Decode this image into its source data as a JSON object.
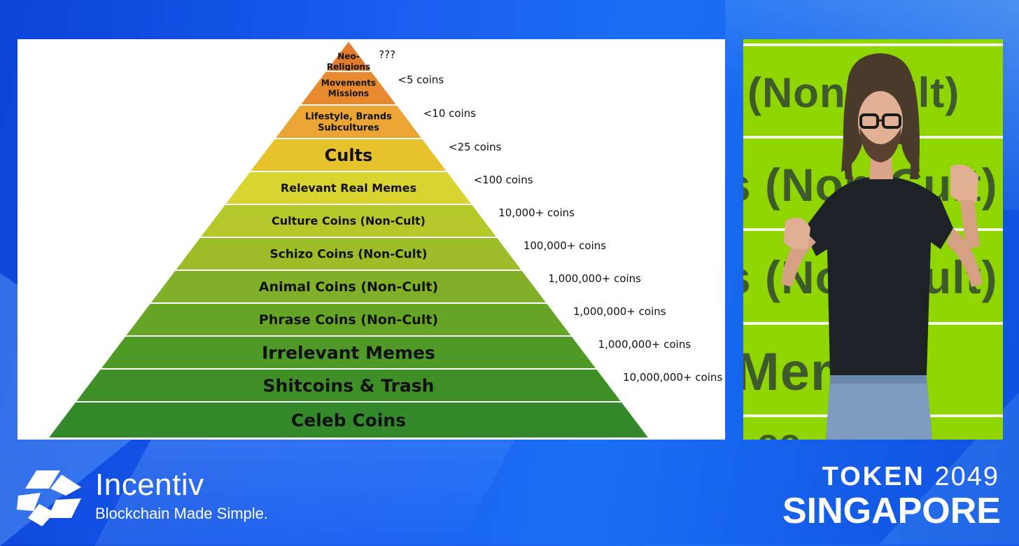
{
  "slide": {
    "tiers": [
      {
        "label_lines": [
          "Neo-",
          "Religions"
        ],
        "count": "???",
        "color": "#e17c2c"
      },
      {
        "label_lines": [
          "Movements",
          "Missions"
        ],
        "count": "<5 coins",
        "color": "#e8892f"
      },
      {
        "label_lines": [
          "Lifestyle, Brands",
          "Subcultures"
        ],
        "count": "<10 coins",
        "color": "#eaa533"
      },
      {
        "label_lines": [
          "Cults"
        ],
        "count": "<25 coins",
        "color": "#e6c22d"
      },
      {
        "label_lines": [
          "Relevant Real Memes"
        ],
        "count": "<100 coins",
        "color": "#d9d42f"
      },
      {
        "label_lines": [
          "Culture Coins (Non-Cult)"
        ],
        "count": "10,000+ coins",
        "color": "#b5c82a"
      },
      {
        "label_lines": [
          "Schizo Coins (Non-Cult)"
        ],
        "count": "100,000+ coins",
        "color": "#9cbd28"
      },
      {
        "label_lines": [
          "Animal Coins (Non-Cult)"
        ],
        "count": "1,000,000+ coins",
        "color": "#7fb027"
      },
      {
        "label_lines": [
          "Phrase Coins (Non-Cult)"
        ],
        "count": "1,000,000+ coins",
        "color": "#66a526"
      },
      {
        "label_lines": [
          "Irrelevant Memes"
        ],
        "count": "1,000,000+ coins",
        "color": "#4f9a26"
      },
      {
        "label_lines": [
          "Shitcoins & Trash"
        ],
        "count": "10,000,000+ coins",
        "color": "#3f8f27"
      },
      {
        "label_lines": [
          "Celeb Coins"
        ],
        "count": "",
        "color": "#348a2a"
      }
    ]
  },
  "video": {
    "backdrop_lines": [
      "(Non-Cult)",
      "s (Non-Cult)",
      "s (Non-Cult)",
      "t Memes",
      "oo"
    ]
  },
  "brand": {
    "name": "Incentiv",
    "tagline": "Blockchain Made Simple."
  },
  "event": {
    "name_word": "TOKEN",
    "name_year": "2049",
    "city": "SINGAPORE"
  }
}
